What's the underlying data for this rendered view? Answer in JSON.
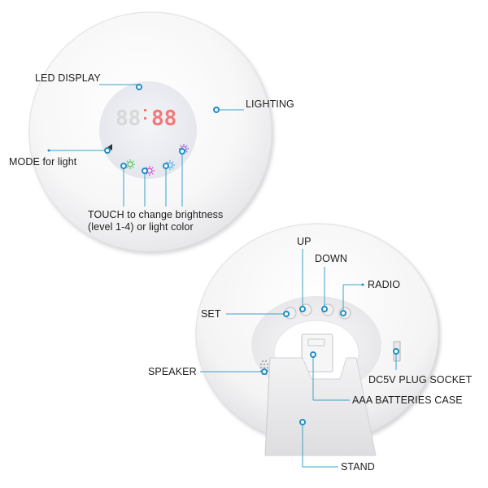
{
  "labels": {
    "led_display": "LED DISPLAY",
    "lighting": "LIGHTING",
    "mode_for_light": "MODE for light",
    "touch_line1": "TOUCH to change brightness",
    "touch_line2": "(level 1-4) or light color",
    "up": "UP",
    "down": "DOWN",
    "radio": "RADIO",
    "set": "SET",
    "speaker": "SPEAKER",
    "dc5v_plug_socket": "DC5V PLUG SOCKET",
    "aaa_batteries_case": "AAA BATTERIES CASE",
    "stand": "STAND"
  },
  "display": {
    "hour_digits": "88",
    "minute_digits": "88",
    "hour_color": "#d8d8d8",
    "minute_color": "#f07a7a"
  },
  "colors": {
    "leader": "#3aa0cc",
    "dot": "#1f8fc4",
    "green_icon": "#3fc24d",
    "magenta_icon": "#d43acb",
    "blue_icon": "#3ea8e6",
    "purple_icon": "#9a4fe0"
  },
  "icons": {
    "mode": "mode-arrow-icon",
    "touch_1": "sun-green-icon",
    "touch_2": "sun-magenta-icon",
    "touch_3": "sun-blue-icon",
    "touch_4": "sun-purple-icon"
  }
}
